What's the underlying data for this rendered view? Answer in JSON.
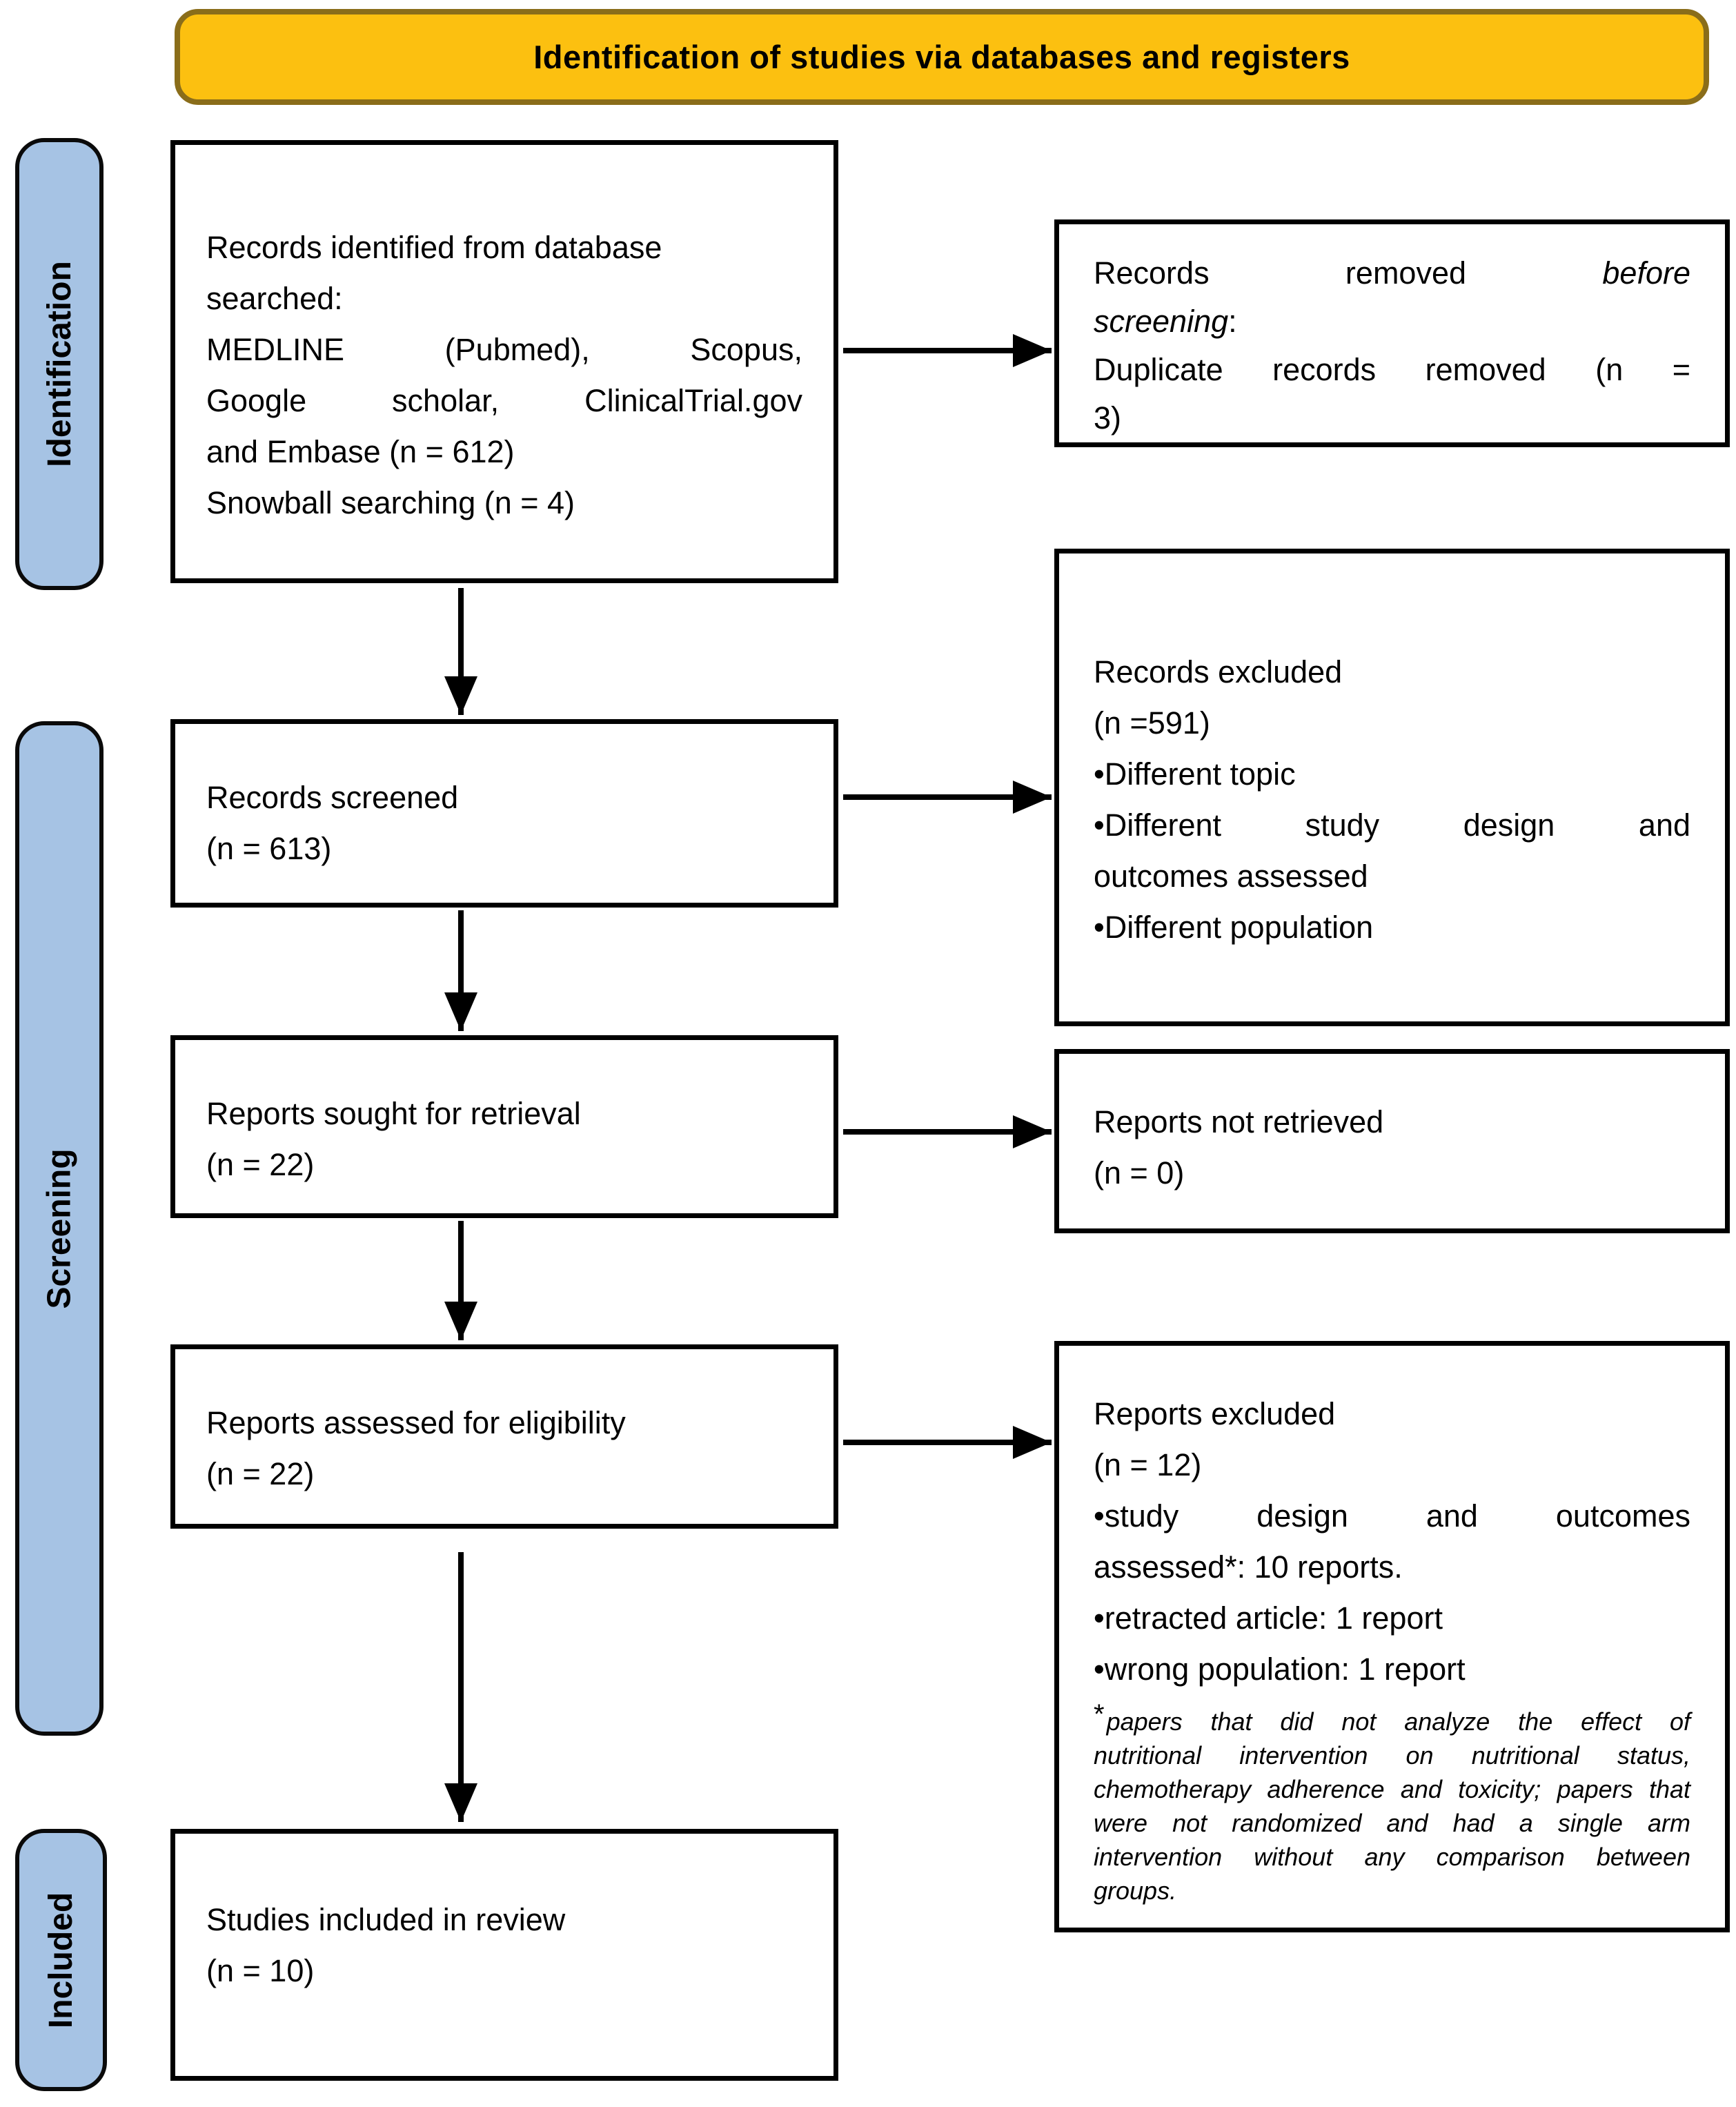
{
  "banner": {
    "title": "Identification of studies via databases and registers"
  },
  "sidebar": {
    "identification": "Identification",
    "screening": "Screening",
    "included": "Included"
  },
  "boxes": {
    "identified": {
      "lines": [
        "Records identified from database",
        "searched:",
        "MEDLINE (Pubmed), Scopus,",
        "Google scholar, ClinicalTrial.gov",
        "and Embase (n = 612)",
        "Snowball searching (n = 4)"
      ]
    },
    "removed": {
      "line1_prefix": "Records removed ",
      "line1_italic": "before",
      "line2_italic": "screening",
      "line2_suffix": ":",
      "line3": "Duplicate records removed (n =",
      "line4": "3)"
    },
    "screened": {
      "lines": [
        "Records screened",
        "(n = 613)"
      ]
    },
    "records_excluded": {
      "lines": [
        "Records excluded",
        "(n =591)",
        "•Different topic",
        "•Different study design and",
        "outcomes assessed",
        "•Different population"
      ]
    },
    "sought": {
      "lines": [
        "Reports sought for retrieval",
        "(n = 22)"
      ]
    },
    "not_retrieved": {
      "lines": [
        "Reports not retrieved",
        "(n = 0)"
      ]
    },
    "assessed": {
      "lines": [
        "Reports assessed for eligibility",
        "(n = 22)"
      ]
    },
    "reports_excluded": {
      "lines": [
        "Reports excluded",
        "(n = 12)",
        "•study design and outcomes",
        "assessed*: 10 reports.",
        "•retracted article: 1 report",
        "•wrong population: 1 report"
      ],
      "footnote_marker": "*",
      "footnote_lines": [
        "papers that did not analyze the effect of",
        "nutritional intervention on nutritional status,",
        "chemotherapy adherence and toxicity; papers that",
        "were not randomized and had a single arm",
        "intervention without any comparison between",
        "groups."
      ]
    },
    "included_studies": {
      "lines": [
        "Studies included in review",
        "(n = 10)"
      ]
    }
  },
  "colors": {
    "banner_fill": "#FCC010",
    "banner_border": "#8a6d1a",
    "band_fill": "#A6C3E4",
    "band_border": "#0a0a0a",
    "box_border": "#000000",
    "arrow": "#000000"
  }
}
